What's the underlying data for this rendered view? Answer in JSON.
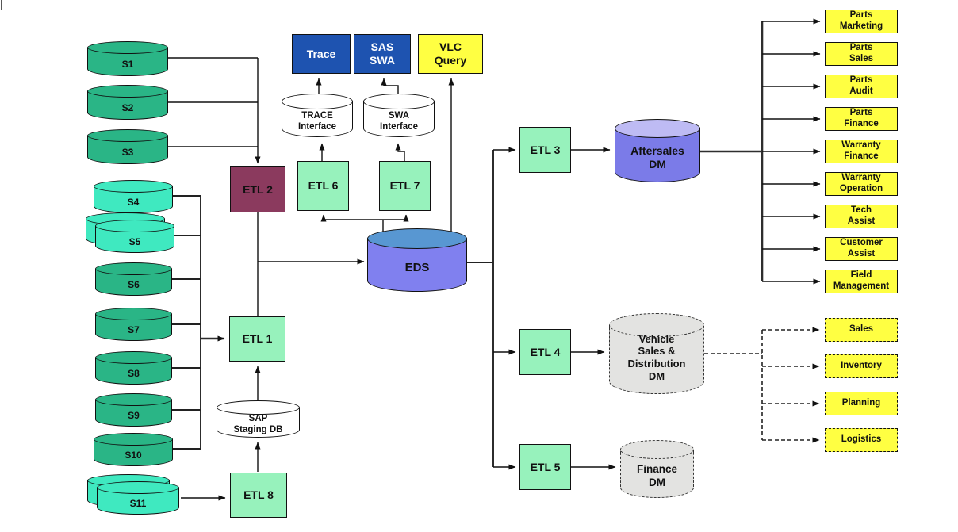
{
  "colors": {
    "source_green": "#2AB586",
    "source_teal": "#3FE9C0",
    "etl_green": "#97F2BC",
    "etl2_maroon": "#8B3A5E",
    "app_blue": "#1E53B0",
    "output_yellow": "#FFFF42",
    "eds_body": "#8080EF",
    "eds_top": "#5897D2",
    "aftersales_body": "#7B7BE8",
    "aftersales_top": "#BEBBF4",
    "dm_gray": "#E3E3E1",
    "line_black": "#111111"
  },
  "nodes": {
    "sources": [
      {
        "label": "S1"
      },
      {
        "label": "S2"
      },
      {
        "label": "S3"
      },
      {
        "label": "S4"
      },
      {
        "label": "S5"
      },
      {
        "label": "S6"
      },
      {
        "label": "S7"
      },
      {
        "label": "S8"
      },
      {
        "label": "S9"
      },
      {
        "label": "S10"
      },
      {
        "label": "S11"
      }
    ],
    "etl": [
      {
        "label": "ETL 1"
      },
      {
        "label": "ETL 2"
      },
      {
        "label": "ETL 3"
      },
      {
        "label": "ETL 4"
      },
      {
        "label": "ETL 5"
      },
      {
        "label": "ETL 6"
      },
      {
        "label": "ETL 7"
      },
      {
        "label": "ETL 8"
      }
    ],
    "apps": {
      "trace": {
        "label": "Trace"
      },
      "sas_swa": {
        "label": "SAS\nSWA"
      },
      "vlc_query": {
        "label": "VLC\nQuery"
      }
    },
    "interfaces": {
      "trace_interface": {
        "label": "TRACE\nInterface"
      },
      "swa_interface": {
        "label": "SWA\nInterface"
      },
      "sap_staging": {
        "label": "SAP\nStaging DB"
      }
    },
    "warehouses": {
      "eds": {
        "label": "EDS"
      },
      "aftersales_dm": {
        "label": "Aftersales\nDM"
      },
      "vehicle_dm": {
        "label": "Vehicle\nSales &\nDistribution\nDM"
      },
      "finance_dm": {
        "label": "Finance\nDM"
      }
    },
    "aftersales_outputs": [
      {
        "label": "Parts\nMarketing"
      },
      {
        "label": "Parts\nSales"
      },
      {
        "label": "Parts\nAudit"
      },
      {
        "label": "Parts\nFinance"
      },
      {
        "label": "Warranty\nFinance"
      },
      {
        "label": "Warranty\nOperation"
      },
      {
        "label": "Tech\nAssist"
      },
      {
        "label": "Customer\nAssist"
      },
      {
        "label": "Field\nManagement"
      }
    ],
    "vehicle_outputs": [
      {
        "label": "Sales"
      },
      {
        "label": "Inventory"
      },
      {
        "label": "Planning"
      },
      {
        "label": "Logistics"
      }
    ]
  }
}
